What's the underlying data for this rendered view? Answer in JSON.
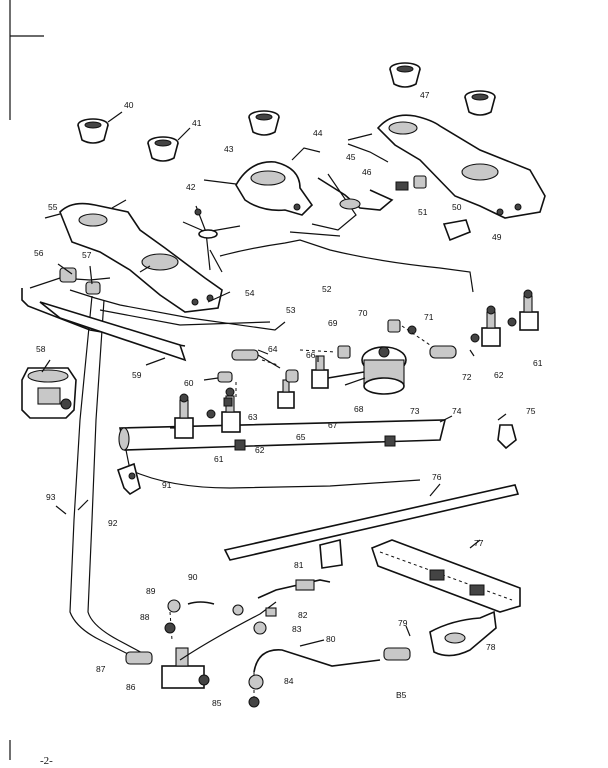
{
  "page_number": "-2-",
  "section_label": "B5",
  "callouts": {
    "c40": "40",
    "c41": "41",
    "c42": "42",
    "c43": "43",
    "c44": "44",
    "c45": "45",
    "c46": "46",
    "c47": "47",
    "c49": "49",
    "c50": "50",
    "c51": "51",
    "c52": "52",
    "c53": "53",
    "c54": "54",
    "c55": "55",
    "c56": "56",
    "c57": "57",
    "c58": "58",
    "c59": "59",
    "c60": "60",
    "c61a": "61",
    "c61b": "61",
    "c62a": "62",
    "c62b": "62",
    "c63": "63",
    "c64": "64",
    "c65": "65",
    "c66": "66",
    "c67": "67",
    "c68": "68",
    "c69": "69",
    "c70": "70",
    "c71": "71",
    "c72": "72",
    "c73": "73",
    "c74": "74",
    "c75": "75",
    "c76": "76",
    "c77": "77",
    "c78": "78",
    "c79": "79",
    "c80": "80",
    "c81": "81",
    "c82": "82",
    "c83": "83",
    "c84": "84",
    "c85": "85",
    "c86": "86",
    "c87": "87",
    "c88": "88",
    "c89": "89",
    "c90": "90",
    "c91": "91",
    "c92": "92",
    "c93": "93"
  }
}
